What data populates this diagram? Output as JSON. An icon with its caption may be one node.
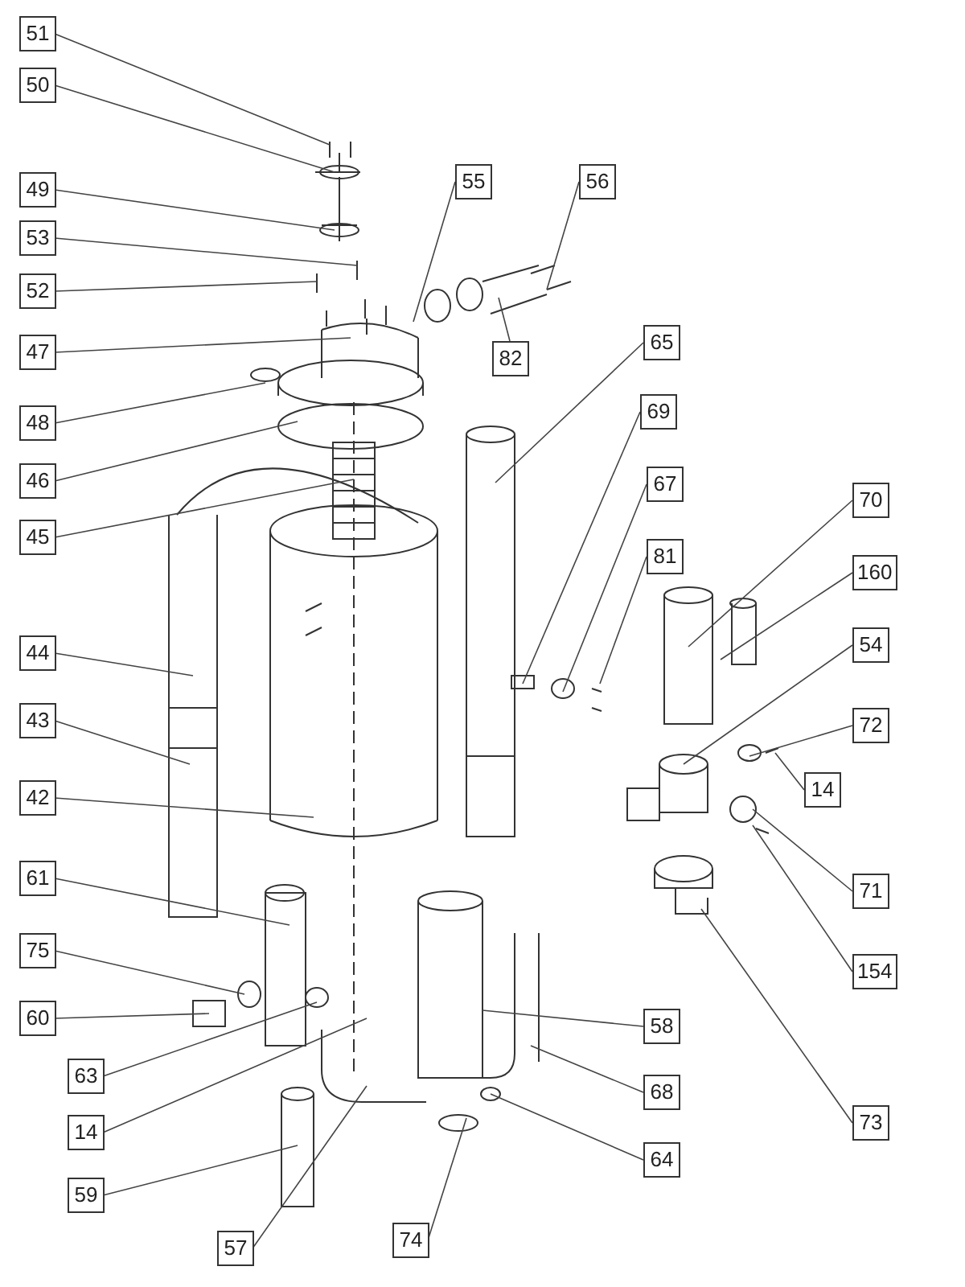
{
  "diagram": {
    "nodes": [
      {
        "text": [
          "51"
        ]
      },
      {
        "text": [
          "50"
        ]
      },
      {
        "text": [
          "49"
        ]
      },
      {
        "text": [
          "55"
        ]
      },
      {
        "text": [
          "56"
        ]
      },
      {
        "text": [
          "53"
        ]
      },
      {
        "text": [
          "52"
        ]
      },
      {
        "text": [
          "82"
        ]
      },
      {
        "text": [
          "47"
        ]
      },
      {
        "text": [
          "65"
        ]
      },
      {
        "text": [
          "48"
        ]
      },
      {
        "text": [
          "46"
        ]
      },
      {
        "text": [
          "69"
        ]
      },
      {
        "text": [
          "45"
        ]
      },
      {
        "text": [
          "67"
        ]
      },
      {
        "text": [
          "81"
        ]
      },
      {
        "text": [
          "70"
        ]
      },
      {
        "text": [
          "160"
        ]
      },
      {
        "text": [
          "44"
        ]
      },
      {
        "text": [
          "54"
        ]
      },
      {
        "text": [
          "43"
        ]
      },
      {
        "text": [
          "72"
        ]
      },
      {
        "text": [
          "14"
        ]
      },
      {
        "text": [
          "42"
        ]
      },
      {
        "text": [
          "71"
        ]
      },
      {
        "text": [
          "61"
        ]
      },
      {
        "text": [
          "75"
        ]
      },
      {
        "text": [
          "154"
        ]
      },
      {
        "text": [
          "60"
        ]
      },
      {
        "text": [
          "58"
        ]
      },
      {
        "text": [
          "63"
        ]
      },
      {
        "text": [
          "68"
        ]
      },
      {
        "text": [
          "73"
        ]
      },
      {
        "text": [
          "14"
        ]
      },
      {
        "text": [
          "64"
        ]
      },
      {
        "text": [
          "59"
        ]
      },
      {
        "text": [
          "57"
        ]
      },
      {
        "text": [
          "74"
        ]
      }
    ],
    "edges": [
      {
        "from": 0,
        "to": null,
        "arrow": "none"
      },
      {
        "from": 1,
        "to": null,
        "arrow": "none"
      },
      {
        "from": 2,
        "to": null,
        "arrow": "none"
      },
      {
        "from": 3,
        "to": null,
        "arrow": "none"
      },
      {
        "from": 4,
        "to": null,
        "arrow": "none"
      },
      {
        "from": 5,
        "to": null,
        "arrow": "none"
      },
      {
        "from": 6,
        "to": null,
        "arrow": "none"
      },
      {
        "from": 7,
        "to": null,
        "arrow": "none"
      },
      {
        "from": 8,
        "to": null,
        "arrow": "none"
      },
      {
        "from": 9,
        "to": null,
        "arrow": "none"
      },
      {
        "from": 10,
        "to": null,
        "arrow": "none"
      },
      {
        "from": 11,
        "to": null,
        "arrow": "none"
      },
      {
        "from": 12,
        "to": null,
        "arrow": "none"
      },
      {
        "from": 13,
        "to": null,
        "arrow": "none"
      },
      {
        "from": 14,
        "to": null,
        "arrow": "none"
      },
      {
        "from": 15,
        "to": null,
        "arrow": "none"
      },
      {
        "from": 16,
        "to": null,
        "arrow": "none"
      },
      {
        "from": 17,
        "to": null,
        "arrow": "none"
      },
      {
        "from": 18,
        "to": null,
        "arrow": "none"
      },
      {
        "from": 19,
        "to": null,
        "arrow": "none"
      },
      {
        "from": 20,
        "to": null,
        "arrow": "none"
      },
      {
        "from": 21,
        "to": null,
        "arrow": "none"
      },
      {
        "from": 22,
        "to": null,
        "arrow": "none"
      },
      {
        "from": 23,
        "to": null,
        "arrow": "none"
      },
      {
        "from": 24,
        "to": null,
        "arrow": "none"
      },
      {
        "from": 25,
        "to": null,
        "arrow": "none"
      },
      {
        "from": 26,
        "to": null,
        "arrow": "none"
      },
      {
        "from": 27,
        "to": null,
        "arrow": "none"
      },
      {
        "from": 28,
        "to": null,
        "arrow": "none"
      },
      {
        "from": 29,
        "to": null,
        "arrow": "none"
      },
      {
        "from": 30,
        "to": null,
        "arrow": "none"
      },
      {
        "from": 31,
        "to": null,
        "arrow": "none"
      },
      {
        "from": 32,
        "to": null,
        "arrow": "none"
      },
      {
        "from": 33,
        "to": null,
        "arrow": "none"
      },
      {
        "from": 34,
        "to": null,
        "arrow": "none"
      },
      {
        "from": 35,
        "to": null,
        "arrow": "none"
      },
      {
        "from": 36,
        "to": null,
        "arrow": "none"
      },
      {
        "from": 37,
        "to": null,
        "arrow": "none"
      }
    ]
  }
}
